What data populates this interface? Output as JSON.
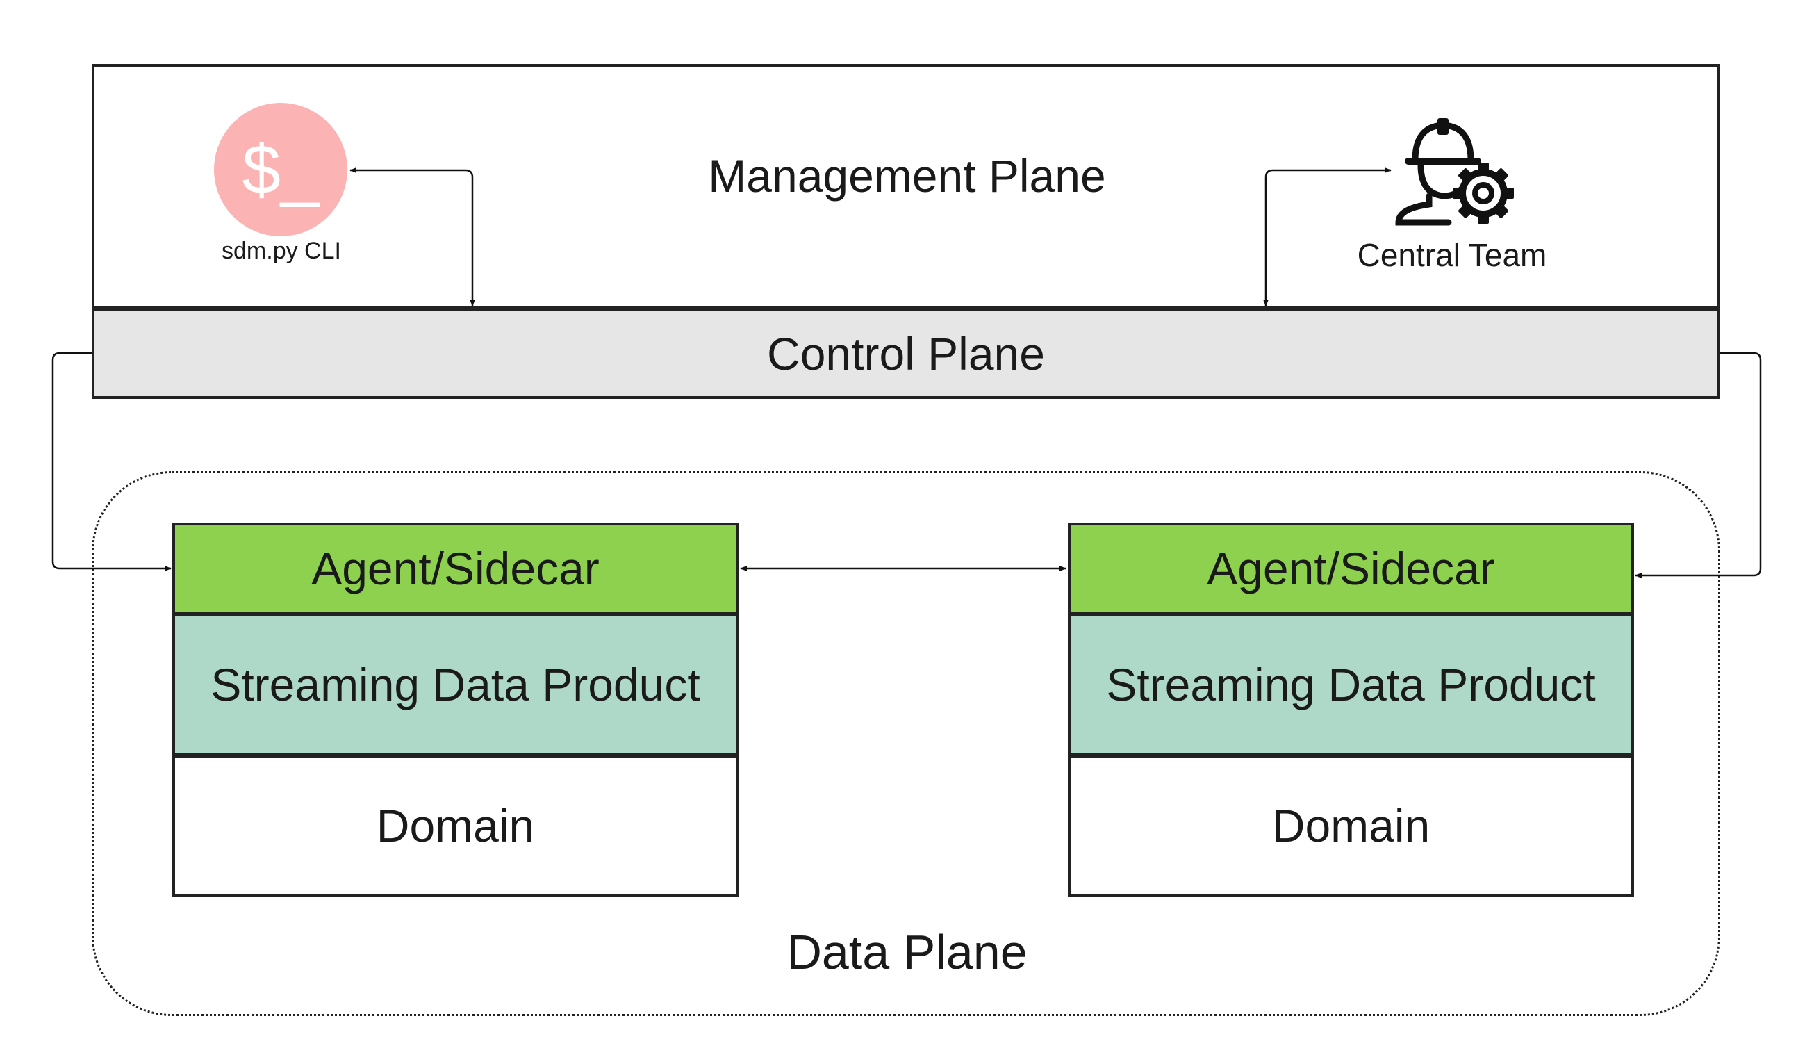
{
  "management_plane": {
    "title": "Management Plane"
  },
  "control_plane": {
    "title": "Control Plane"
  },
  "cli": {
    "symbol": "$_",
    "label": "sdm.py CLI",
    "icon": "terminal-icon",
    "color": "#fbb3b3"
  },
  "central_team": {
    "label": "Central Team",
    "icon": "engineer-gear-icon"
  },
  "data_plane": {
    "title": "Data Plane",
    "nodes": [
      {
        "agent": "Agent/Sidecar",
        "product": "Streaming Data Product",
        "domain": "Domain"
      },
      {
        "agent": "Agent/Sidecar",
        "product": "Streaming Data Product",
        "domain": "Domain"
      }
    ]
  },
  "colors": {
    "agent": "#8dd14f",
    "product": "#aed8c8",
    "control": "#e6e6e6"
  }
}
